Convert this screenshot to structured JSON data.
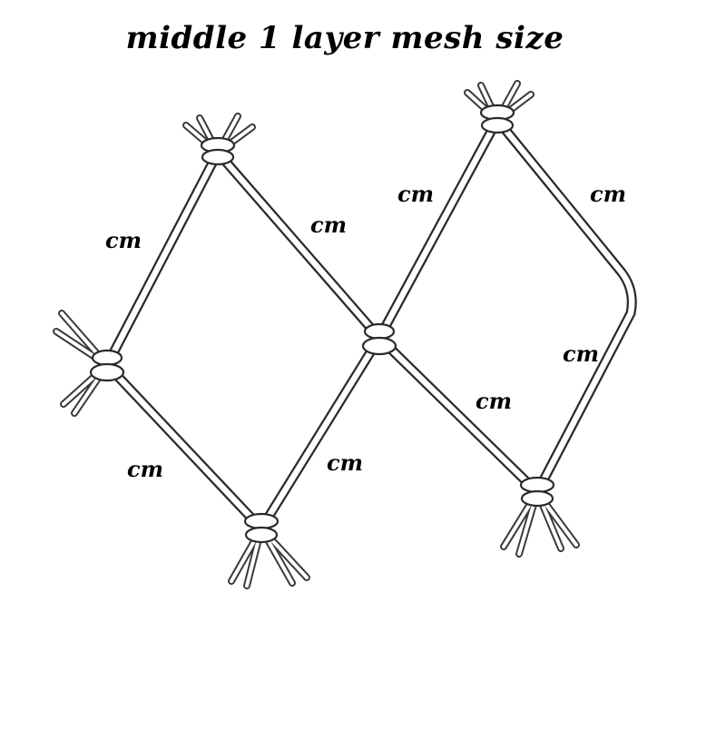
{
  "title": "middle 1 layer mesh size",
  "labels": {
    "upper_left_left": "cm",
    "upper_left_right": "cm",
    "upper_right_left": "cm",
    "upper_right_right": "cm",
    "lower_left_left": "cm",
    "lower_left_right": "cm",
    "lower_right_left": "cm",
    "lower_right_right": "cm"
  }
}
